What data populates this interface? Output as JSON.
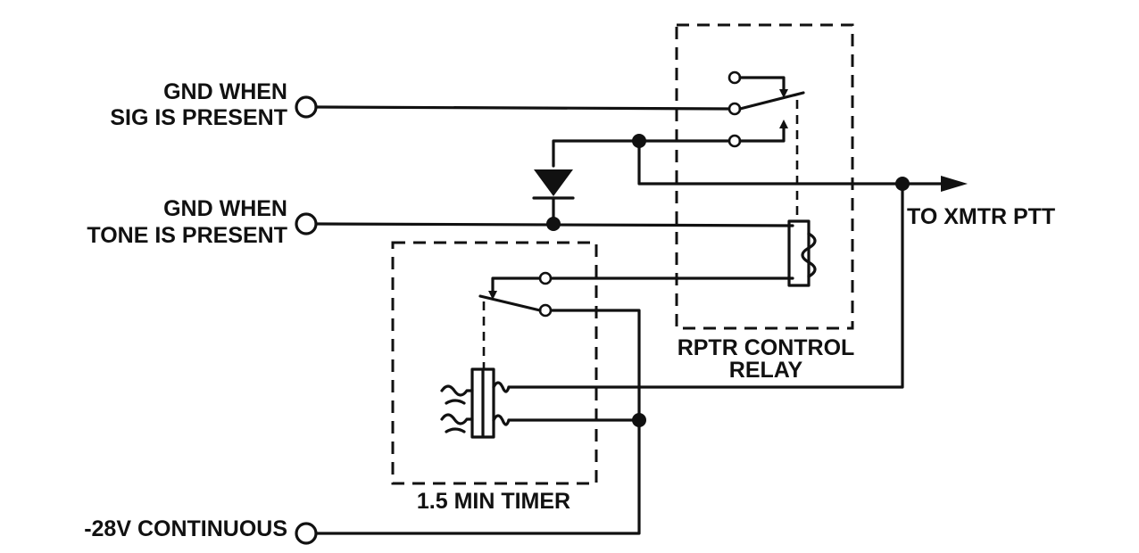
{
  "inputs": {
    "sig_line1": "GND WHEN",
    "sig_line2": "SIG IS PRESENT",
    "tone_line1": "GND WHEN",
    "tone_line2": "TONE IS PRESENT",
    "power": "-28V CONTINUOUS"
  },
  "output": {
    "label": "TO XMTR PTT"
  },
  "relay": {
    "line1": "RPTR CONTROL",
    "line2": "RELAY"
  },
  "timer": {
    "label": "1.5 MIN TIMER"
  },
  "colors": {
    "ink": "#111111",
    "paper": "#ffffff"
  }
}
